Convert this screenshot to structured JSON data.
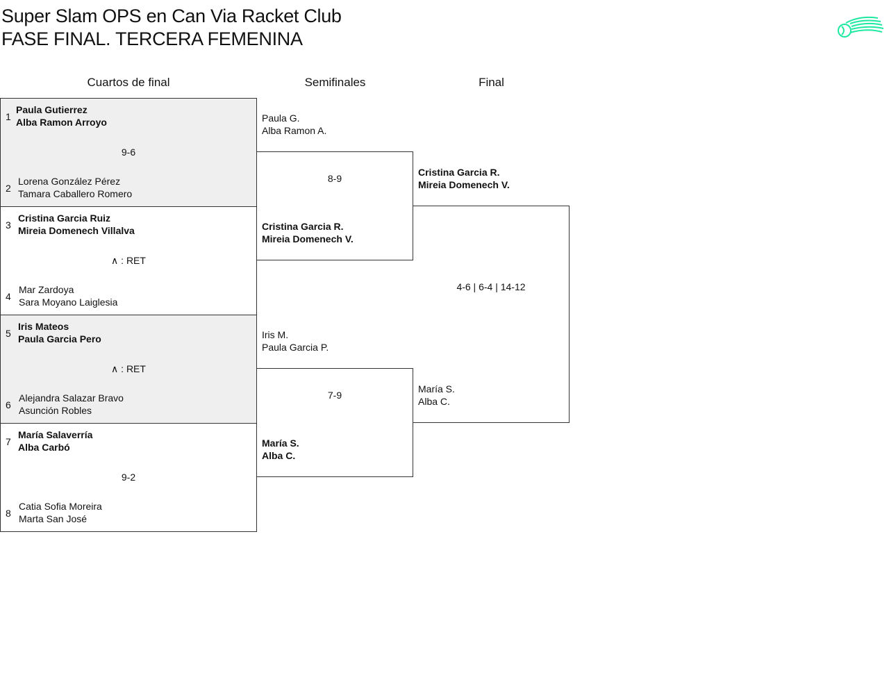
{
  "title": {
    "line1": "Super Slam OPS en Can Via Racket Club",
    "line2": "FASE FINAL. TERCERA FEMENINA"
  },
  "logo": {
    "icon": "tennis-ball-speed-icon",
    "color": "#1de9a0"
  },
  "rounds": {
    "qf": "Cuartos de final",
    "sf": "Semifinales",
    "f": "Final"
  },
  "quarterfinals": [
    {
      "top": {
        "seed": "1",
        "p1": "Paula Gutierrez",
        "p2": "Alba Ramon Arroyo"
      },
      "score": "9-6",
      "bottom": {
        "seed": "2",
        "p1": "Lorena González Pérez",
        "p2": "Tamara Caballero Romero"
      }
    },
    {
      "top": {
        "seed": "3",
        "p1": "Cristina Garcia Ruiz",
        "p2": "Mireia Domenech Villalva"
      },
      "score": "∧ : RET",
      "bottom": {
        "seed": "4",
        "p1": "Mar Zardoya",
        "p2": "Sara Moyano Laiglesia"
      }
    },
    {
      "top": {
        "seed": "5",
        "p1": "Iris Mateos",
        "p2": "Paula Garcia Pero"
      },
      "score": "∧ : RET",
      "bottom": {
        "seed": "6",
        "p1": "Alejandra Salazar Bravo",
        "p2": "Asunción Robles"
      }
    },
    {
      "top": {
        "seed": "7",
        "p1": "María Salaverría",
        "p2": "Alba Carbó"
      },
      "score": "9-2",
      "bottom": {
        "seed": "8",
        "p1": "Catia Sofia Moreira",
        "p2": "Marta San José"
      }
    }
  ],
  "semifinals": [
    {
      "top": {
        "p1": "Paula G.",
        "p2": "Alba Ramon A."
      },
      "score": "8-9",
      "bottom": {
        "p1": "Cristina Garcia R.",
        "p2": "Mireia Domenech V."
      }
    },
    {
      "top": {
        "p1": "Iris M.",
        "p2": "Paula Garcia P."
      },
      "score": "7-9",
      "bottom": {
        "p1": "María S.",
        "p2": "Alba C."
      }
    }
  ],
  "final": {
    "top": {
      "p1": "Cristina Garcia R.",
      "p2": "Mireia Domenech V."
    },
    "score": "4-6 | 6-4 | 14-12",
    "bottom": {
      "p1": "María S.",
      "p2": "Alba C."
    }
  }
}
